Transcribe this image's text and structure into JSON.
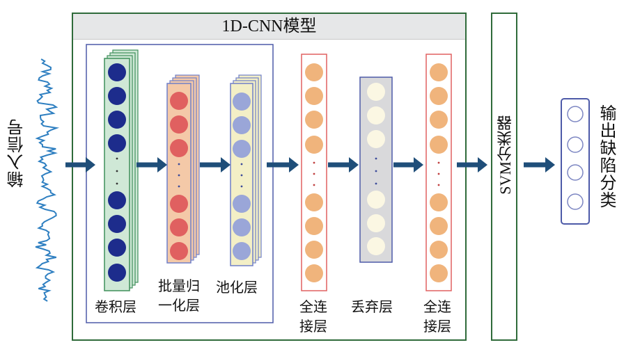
{
  "model_title": "1D-CNN模型",
  "input_label": "输入信号",
  "layers": {
    "conv": "卷积层",
    "batchnorm_line1": "批量归",
    "batchnorm_line2": "一化层",
    "pool": "池化层",
    "fc1_line1": "全连",
    "fc1_line2": "接层",
    "dropout": "丢弃层",
    "fc2_line1": "全连",
    "fc2_line2": "接层"
  },
  "classifier_label": "SVM分类器",
  "output_label": "输出缺陷分类",
  "colors": {
    "frame": "#2f6b3a",
    "inner_frame": "#4d5aa8",
    "arrow": "#1f4e79",
    "signal": "#2e7fc1",
    "conv_fill": "#cfe8d6",
    "conv_node": "#1d2c8c",
    "bn_fill": "#f4c9a8",
    "bn_node": "#e06060",
    "pool_fill": "#f3efc6",
    "pool_node": "#9aa6d8",
    "fc_node": "#f0b47c",
    "fc_border": "#e06060",
    "dropout_fill": "#d9d9db",
    "dropout_node": "#fbf7e3",
    "dropout_border": "#4d5aa8"
  }
}
